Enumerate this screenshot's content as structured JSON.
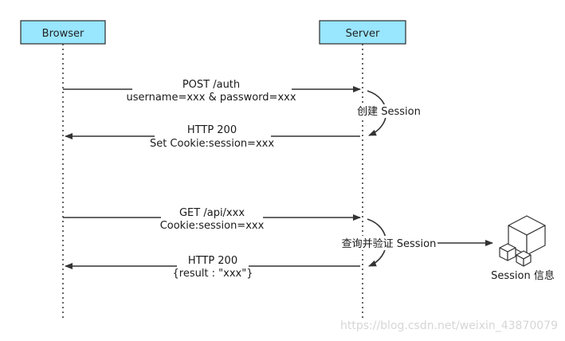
{
  "actors": {
    "browser": "Browser",
    "server": "Server"
  },
  "messages": {
    "m1_line1": "POST /auth",
    "m1_line2": "username=xxx & password=xxx",
    "m2_line1": "HTTP 200",
    "m2_line2": "Set Cookie:session=xxx",
    "m3_line1": "GET /api/xxx",
    "m3_line2": "Cookie:session=xxx",
    "m4_line1": "HTTP 200",
    "m4_line2": "{result : \"xxx\"}"
  },
  "self_calls": {
    "create": "创建 Session",
    "verify": "查询并验证 Session"
  },
  "store": {
    "label": "Session 信息",
    "icon": "cube-stack-icon"
  },
  "watermark": "https://blog.csdn.net/weixin_43870079",
  "colors": {
    "actor_fill": "#99e6ff",
    "actor_stroke": "#2b2b2b",
    "line": "#333333"
  }
}
